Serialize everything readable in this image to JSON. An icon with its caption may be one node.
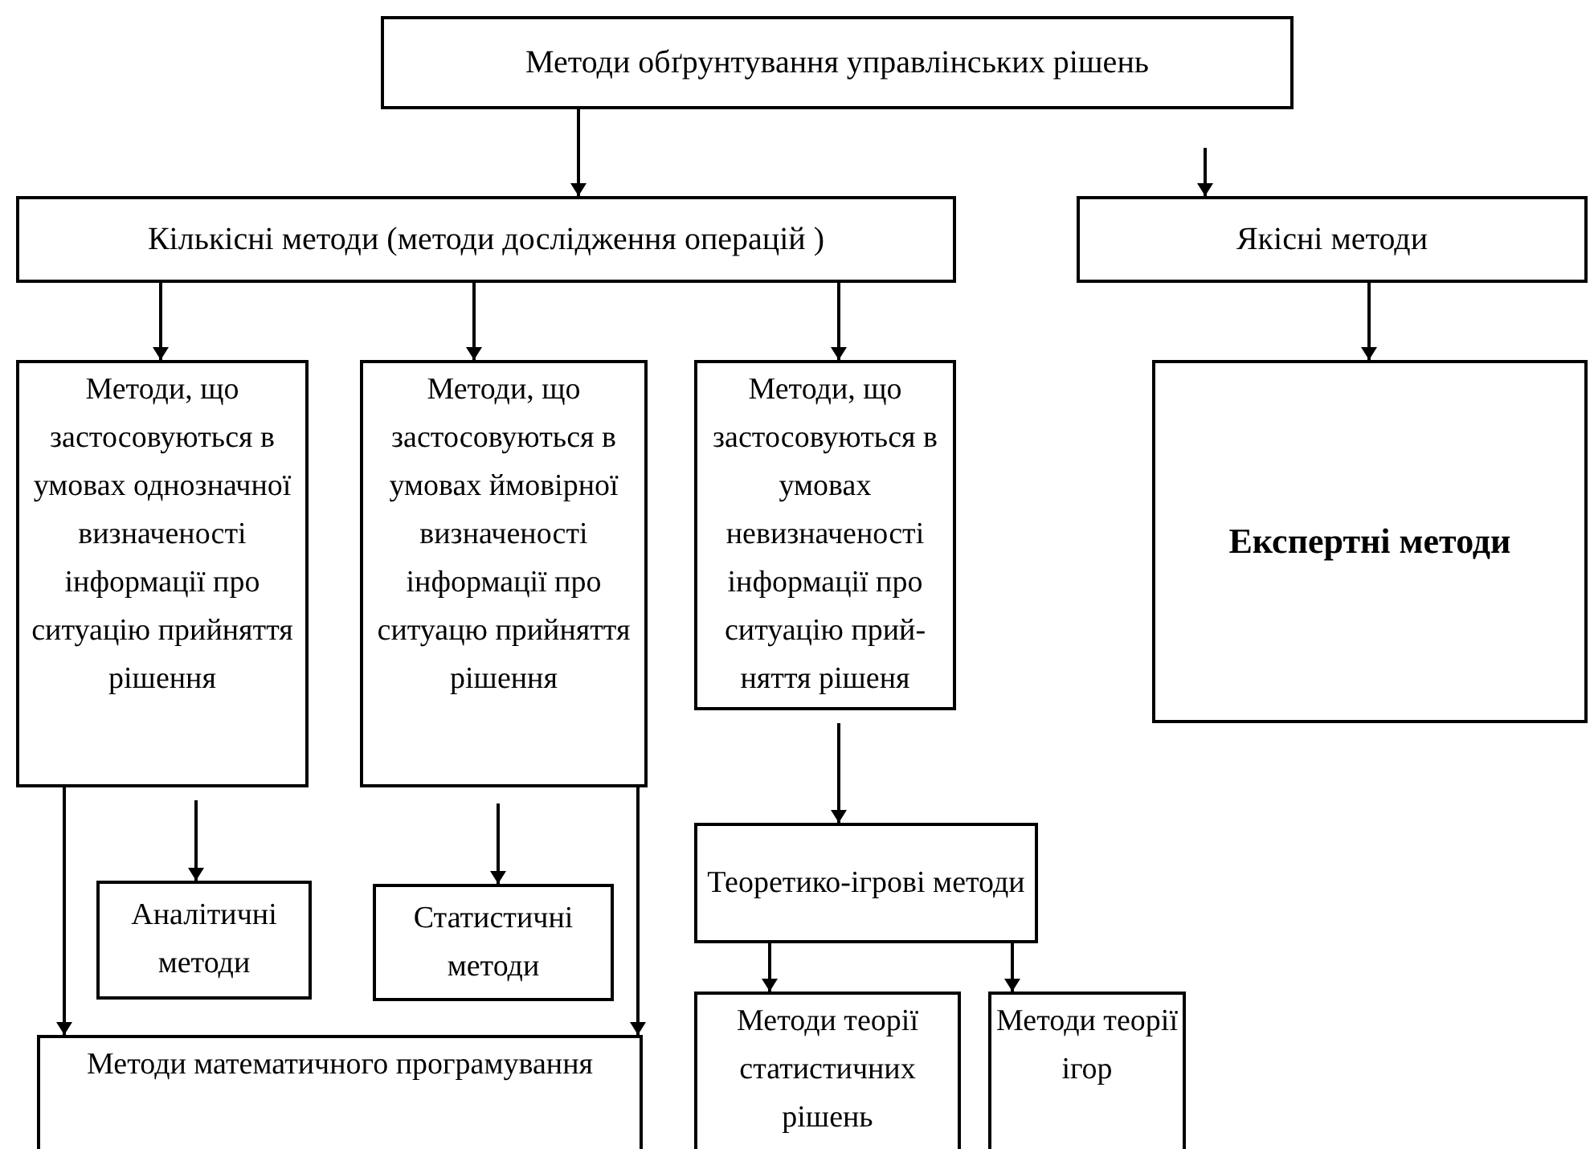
{
  "diagram": {
    "nodes": [
      {
        "text": [
          "Методи обґрунтування управлінських рішень"
        ]
      },
      {
        "text": [
          "Кількісні методи (методи дослідження операцій )"
        ]
      },
      {
        "text": [
          "Якісні методи"
        ]
      },
      {
        "text": [
          "Методи, що застосовуються в умовах однозначної визначеності інформації про ситуацію прийняття рішення"
        ]
      },
      {
        "text": [
          "Методи, що застосовуються в умовах ймовірної визначеності інформації про ситуацю прийняття рішення"
        ]
      },
      {
        "text": [
          "Методи, що застосовуються в умовах невизначеності інформації про ситуацію прий-няття рішеня"
        ]
      },
      {
        "text": [
          "Експертні методи"
        ]
      },
      {
        "text": [
          "Аналітичні методи"
        ]
      },
      {
        "text": [
          "Статистичні методи"
        ]
      },
      {
        "text": [
          "Методи математичного програмування"
        ]
      },
      {
        "text": [
          "Теоретико-ігрові методи"
        ]
      },
      {
        "text": [
          "Методи теорії статистичних рішень"
        ]
      },
      {
        "text": [
          "Методи теорії ігор"
        ]
      }
    ],
    "edges": [
      {
        "from": 0,
        "to": 1,
        "arrow": "to"
      },
      {
        "from": 0,
        "to": 2,
        "arrow": "to"
      },
      {
        "from": 1,
        "to": 3,
        "arrow": "to"
      },
      {
        "from": 1,
        "to": 4,
        "arrow": "to"
      },
      {
        "from": 1,
        "to": 5,
        "arrow": "to"
      },
      {
        "from": 2,
        "to": 6,
        "arrow": "to"
      },
      {
        "from": 3,
        "to": 7,
        "arrow": "to"
      },
      {
        "from": 3,
        "to": 9,
        "arrow": "to"
      },
      {
        "from": 4,
        "to": 8,
        "arrow": "to"
      },
      {
        "from": 4,
        "to": 9,
        "arrow": "to"
      },
      {
        "from": 5,
        "to": 10,
        "arrow": "to"
      },
      {
        "from": 10,
        "to": 11,
        "arrow": "to"
      },
      {
        "from": 10,
        "to": 12,
        "arrow": "to"
      }
    ]
  }
}
